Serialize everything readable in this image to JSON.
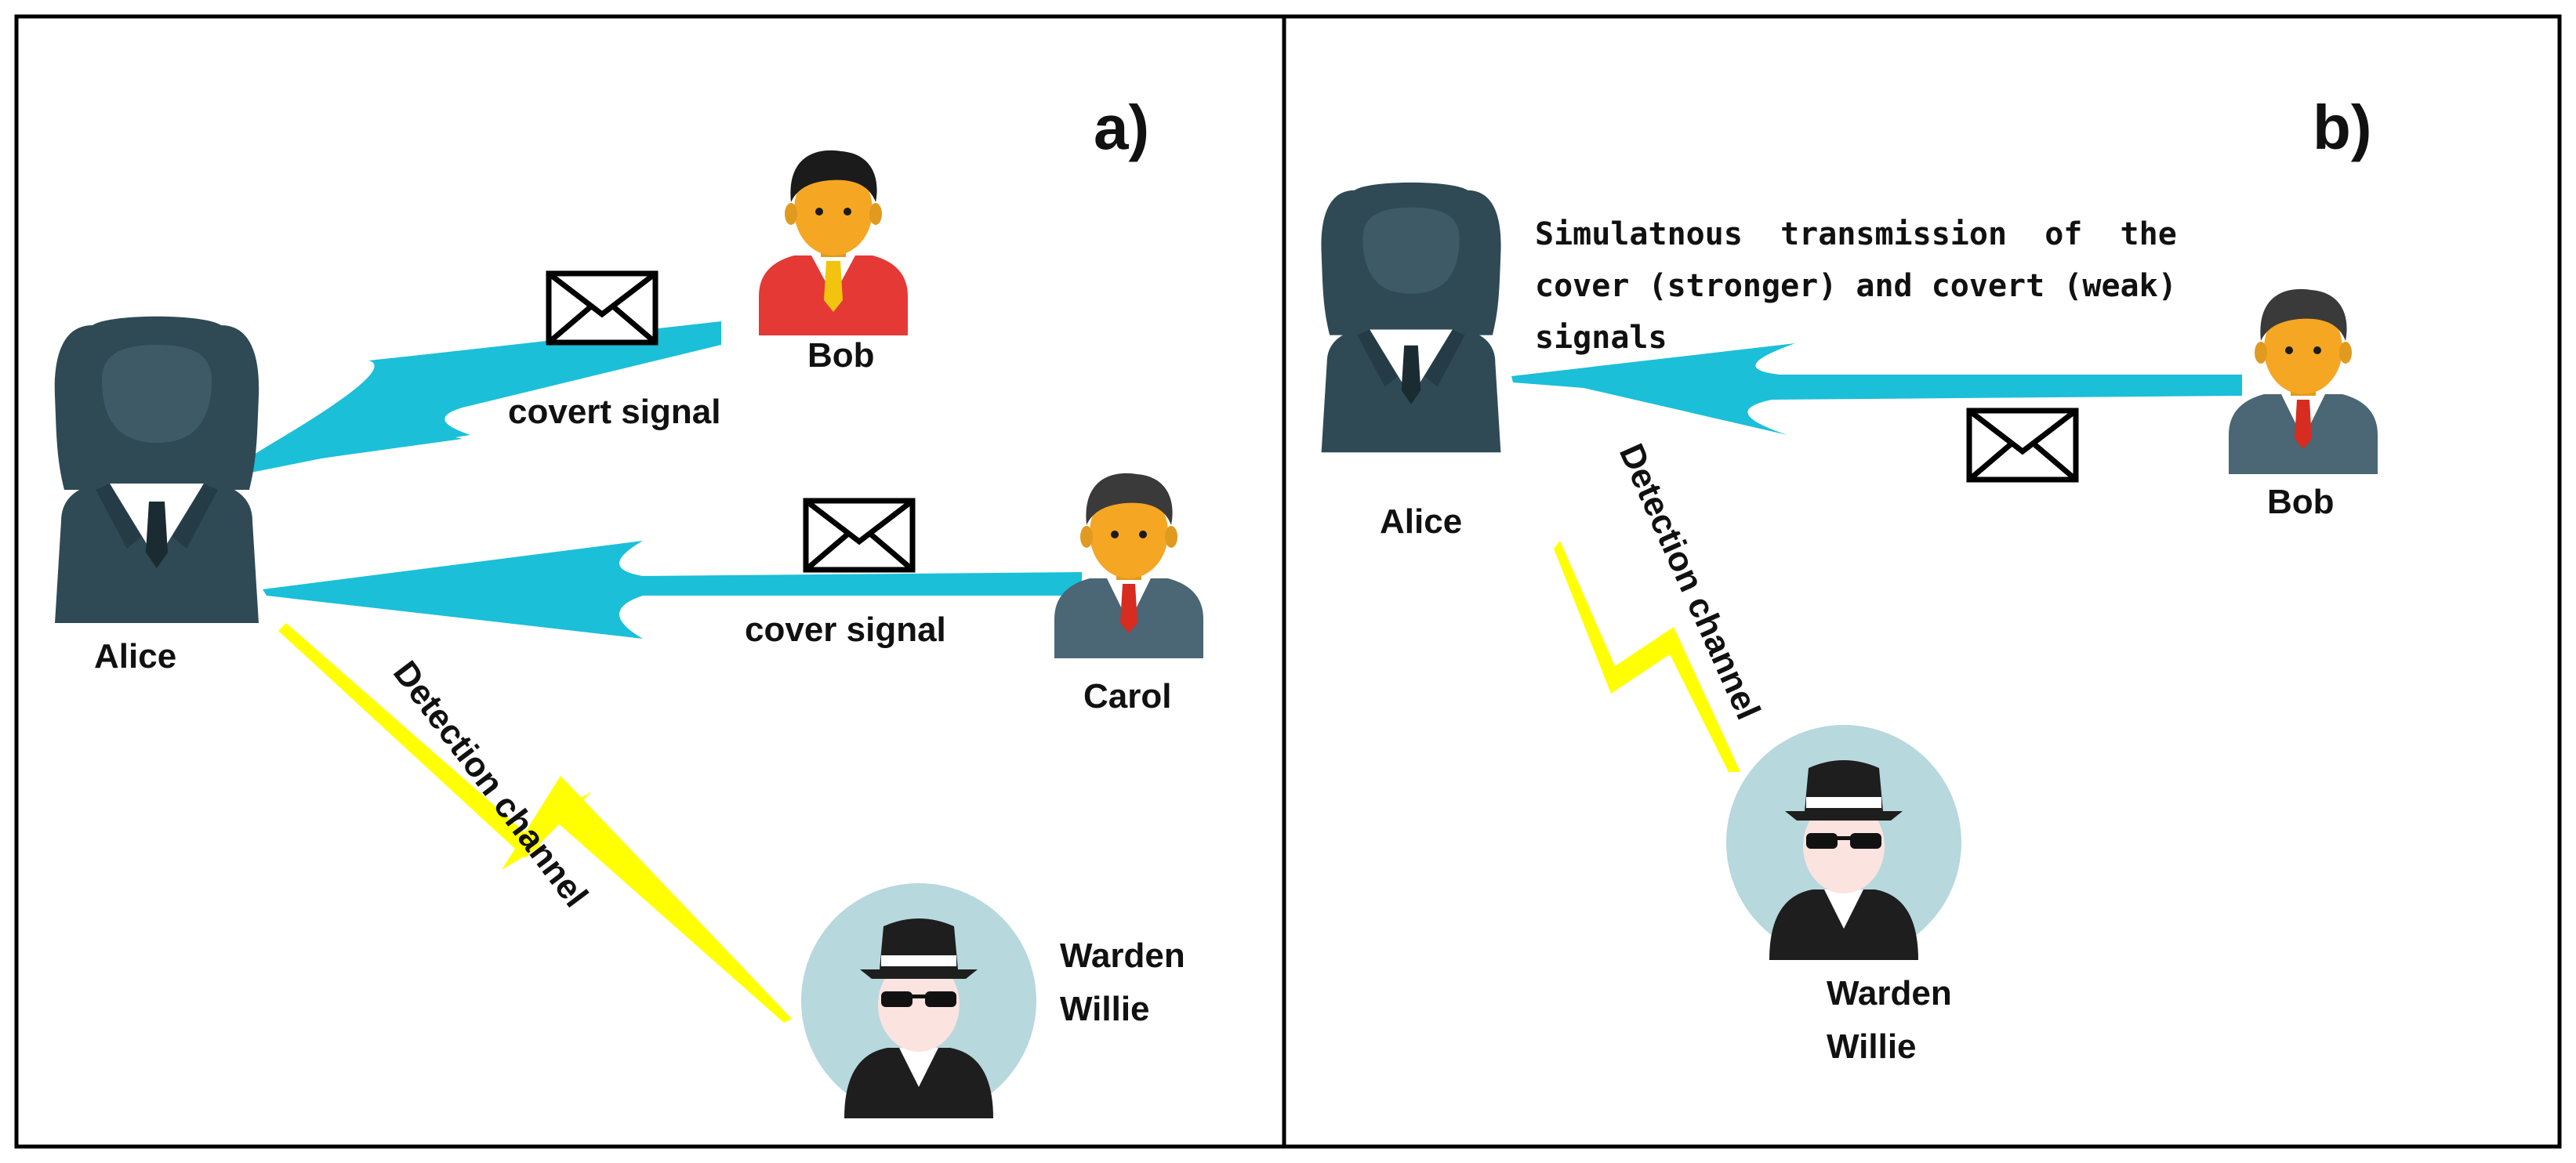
{
  "colors": {
    "border": "#000000",
    "arrow": "#1bbfd8",
    "lightning": "#ffff00",
    "dark_suit": "#2f4a55",
    "skin": "#f5a623",
    "red_shirt": "#e53935",
    "tie_red": "#d62d20",
    "tie_yellow": "#f2c40f",
    "willie_circle": "#b7d8dd"
  },
  "panel_a": {
    "tag": "a)",
    "alice": "Alice",
    "bob": "Bob",
    "carol": "Carol",
    "willie_line1": "Warden",
    "willie_line2": "Willie",
    "covert_signal": "covert signal",
    "cover_signal": "cover signal",
    "detection": "Detection channel",
    "icons": [
      "envelope-icon",
      "envelope-icon",
      "woman-icon",
      "man-icon",
      "man-icon",
      "spy-icon"
    ]
  },
  "panel_b": {
    "tag": "b)",
    "alice": "Alice",
    "bob": "Bob",
    "willie_line1": "Warden",
    "willie_line2": "Willie",
    "desc_line1": "Simulatnous  transmission  of  the",
    "desc_line2": "cover (stronger) and covert (weak)",
    "desc_line3": "signals",
    "detection": "Detection channel",
    "icons": [
      "envelope-icon",
      "woman-icon",
      "man-icon",
      "spy-icon"
    ]
  }
}
